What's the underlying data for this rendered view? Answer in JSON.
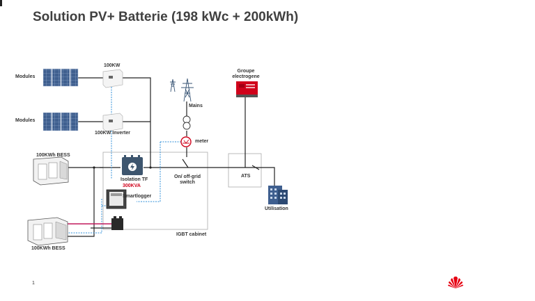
{
  "title": "Solution PV+ Batterie (198 kWc + 200kWh)",
  "labels": {
    "modules_top": "Modules",
    "modules_bottom": "Modules",
    "inverter_top": "100KW",
    "inverter_bottom": "100KW Inverter",
    "bess_top": "100KWh BESS",
    "bess_bottom": "100KWh BESS",
    "isolation_tf": "Isolation TF",
    "isolation_rating": "300KVA",
    "smartlogger": "Smartlogger",
    "igbt_cabinet": "IGBT cabinet",
    "mains": "Mains",
    "meter": "meter",
    "switch_line1": "On/ off-grid",
    "switch_line2": "switch",
    "genset_line1": "Groupe",
    "genset_line2": "electrogene",
    "ats": "ATS",
    "utilisation": "Utilisation"
  },
  "page_number": "1",
  "icons": {
    "solar_panel": "solar-panel-icon",
    "inverter": "inverter-icon",
    "battery": "battery-cabinet-icon",
    "transformer": "transformer-icon",
    "pylon": "power-pylon-icon",
    "meter": "meter-icon",
    "generator": "generator-icon",
    "building": "building-icon",
    "logo": "huawei-logo"
  },
  "colors": {
    "power_line": "#222222",
    "comm_line": "#2f8fd8",
    "battery_link": "#c2185b",
    "generator": "#d0021b",
    "logo": "#e60012"
  }
}
